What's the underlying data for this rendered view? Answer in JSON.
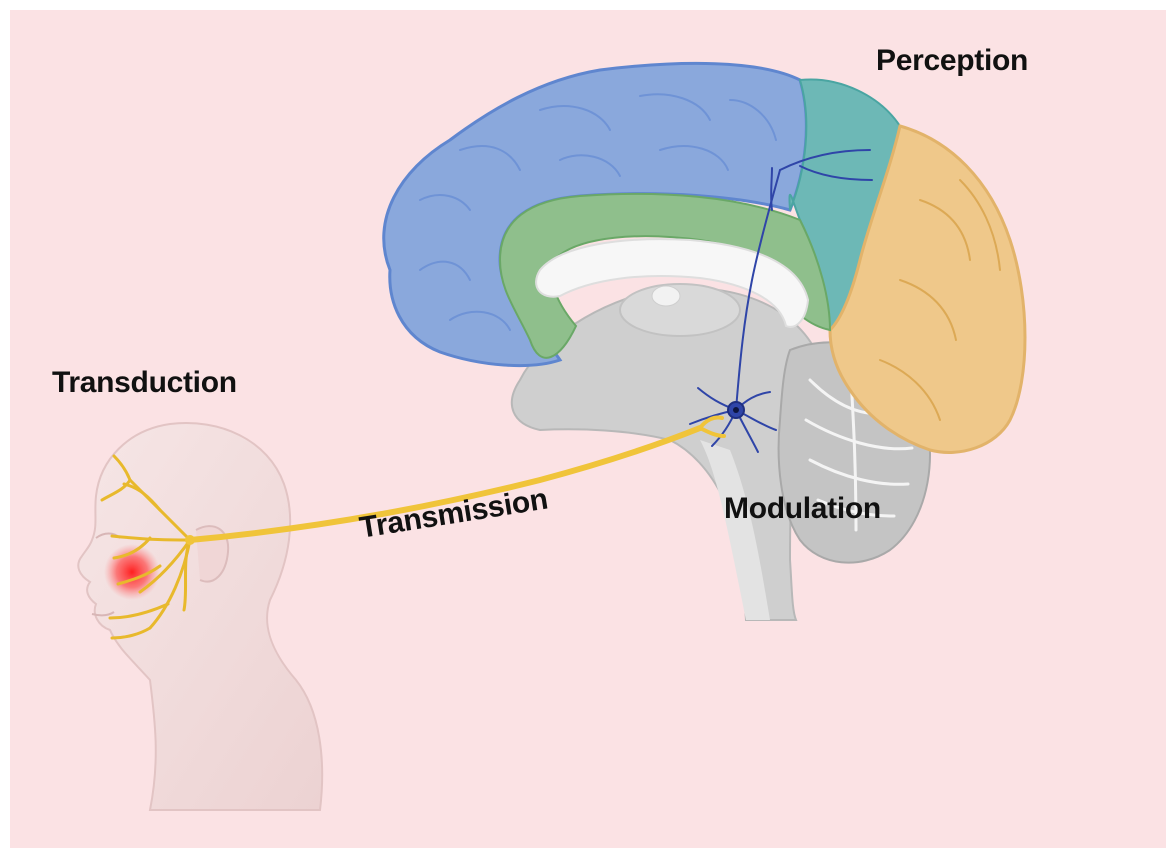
{
  "labels": {
    "perception": "Perception",
    "transduction": "Transduction",
    "transmission": "Transmission",
    "modulation": "Modulation"
  },
  "colors": {
    "background": "#fbe2e4",
    "frontal_lobe": "#8aa8dc",
    "parietal_lobe": "#6db8b6",
    "occipital_lobe": "#efc88a",
    "limbic_gyrus": "#8fbf8c",
    "brainstem": "#cfcfcf",
    "cerebellum": "#bdbdbd",
    "trigeminal_nerve": "#f0c43a",
    "neuron": "#2f45a8",
    "pain_spot": "#ff2a2a",
    "head": "#f3dcdc"
  },
  "icons": [
    "head-icon",
    "brain-icon",
    "neuron-icon",
    "nerve-icon",
    "pain-spot-icon"
  ]
}
